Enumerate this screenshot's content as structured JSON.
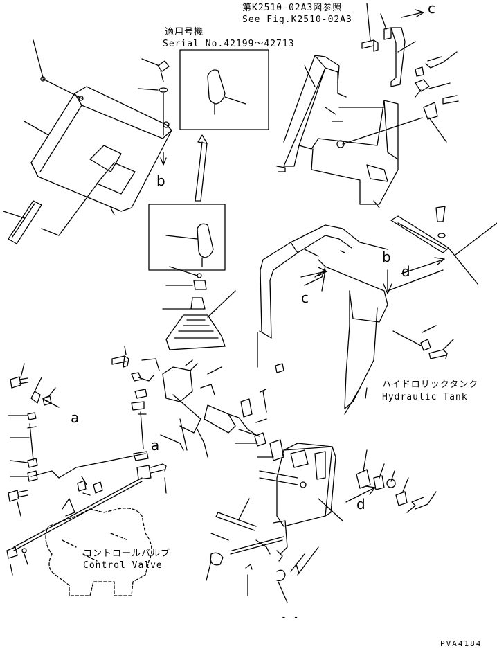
{
  "figure_reference": {
    "ja": "第K2510-02A3図参照",
    "en": "See Fig.K2510-02A3"
  },
  "serial_note": {
    "ja": "適用号機",
    "en": "Serial No.42199〜42713"
  },
  "hydraulic_tank": {
    "ja": "ハイドロリックタンク",
    "en": "Hydraulic Tank"
  },
  "control_valve": {
    "ja": "コントロールバルブ",
    "en": "Control Valve"
  },
  "connection_labels": {
    "a1": "a",
    "a2": "a",
    "b1": "b",
    "b2": "b",
    "c1": "c",
    "c2": "c",
    "d1": "d",
    "d2": "d"
  },
  "drawing_code": "PVA4184",
  "dash_mark": "- -"
}
